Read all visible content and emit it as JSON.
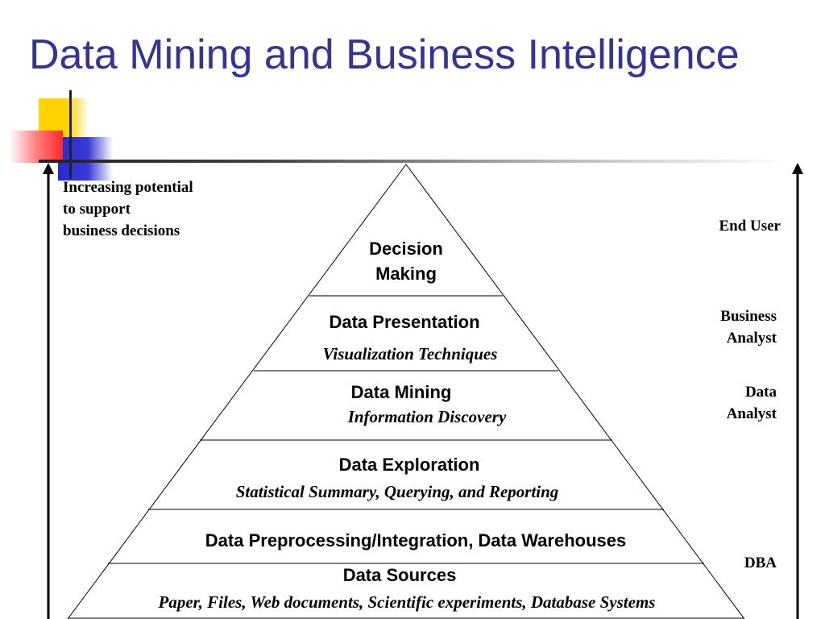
{
  "slide": {
    "title": "Data Mining and Business Intelligence",
    "potential_note": [
      "Increasing potential",
      "to support",
      "business decisions"
    ]
  },
  "pyramid": {
    "levels": [
      {
        "title_lines": [
          "Decision",
          "Making"
        ],
        "subtitle": ""
      },
      {
        "title_lines": [
          "Data Presentation"
        ],
        "subtitle": "Visualization Techniques"
      },
      {
        "title_lines": [
          "Data Mining"
        ],
        "subtitle": "Information Discovery"
      },
      {
        "title_lines": [
          "Data Exploration"
        ],
        "subtitle": "Statistical Summary, Querying, and Reporting"
      },
      {
        "title_lines": [
          "Data Preprocessing/Integration, Data Warehouses"
        ],
        "subtitle": ""
      },
      {
        "title_lines": [
          "Data Sources"
        ],
        "subtitle": "Paper, Files, Web documents, Scientific experiments, Database Systems"
      }
    ]
  },
  "roles": {
    "end_user": [
      "End User"
    ],
    "business_analyst": [
      "Business",
      "Analyst"
    ],
    "data_analyst": [
      "Data",
      "Analyst"
    ],
    "dba": [
      "DBA"
    ]
  }
}
